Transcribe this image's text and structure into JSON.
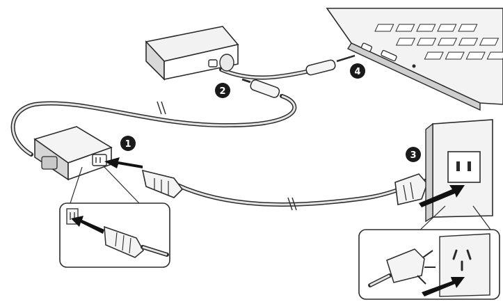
{
  "steps": [
    {
      "number": "1",
      "target": "ac-adapter-inlet"
    },
    {
      "number": "2",
      "target": "adapter-output-socket"
    },
    {
      "number": "3",
      "target": "wall-outlet"
    },
    {
      "number": "4",
      "target": "laptop-dc-in-port"
    }
  ],
  "colors": {
    "line": "#2b2b2b",
    "shade": "#c9c9c9",
    "light": "#eeeeee",
    "badge": "#1a1a1a",
    "cable": "#d8d8d8"
  }
}
